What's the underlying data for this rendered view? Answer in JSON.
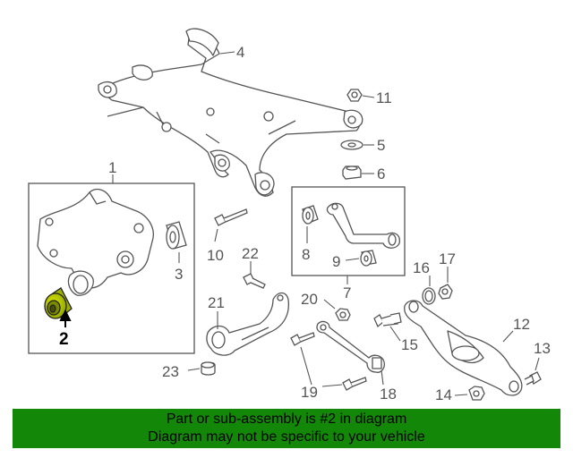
{
  "callouts": {
    "c1": "1",
    "c2": "2",
    "c3": "3",
    "c4": "4",
    "c5": "5",
    "c6": "6",
    "c7": "7",
    "c8": "8",
    "c9": "9",
    "c10": "10",
    "c11": "11",
    "c12": "12",
    "c13": "13",
    "c14": "14",
    "c15": "15",
    "c16": "16",
    "c17": "17",
    "c18": "18",
    "c19": "19",
    "c20": "20",
    "c21": "21",
    "c22": "22",
    "c23": "23"
  },
  "banner": {
    "line1": "Part or sub-assembly is #2 in diagram",
    "line2": "Diagram may not be specific to your vehicle"
  },
  "colors": {
    "banner_bg": "#138808",
    "line_art": "#555555",
    "highlight_part": "#b5c800",
    "highlight_label": "#000000"
  }
}
